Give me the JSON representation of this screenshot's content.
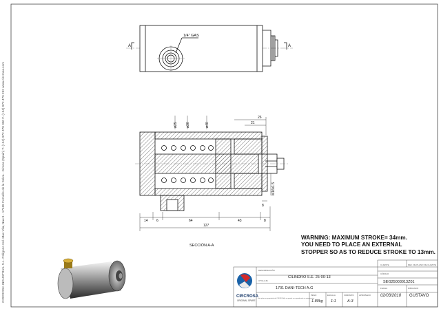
{
  "side_text": "CIRCROSA INDUSTRIAL S.L.  Polígono Ind. Mas Vila, Nau 8 - 17458 Fornells de la Selva - Girona (Spain)  T. (+34) 972 478 000  F. (+34) 972 479 292  www.circrosa.com",
  "views": {
    "top_thread_label": "1/4\" GAS",
    "section_mark": "A",
    "section_title": "SECCIÓN A-A"
  },
  "dimensions": {
    "dia_a": "ø25",
    "dia_b": "ø30",
    "dia_c": "ø40",
    "top_26": "26",
    "top_21": "21",
    "thread_side": "M16x1.5",
    "small_8": "8",
    "bottom_14": "14",
    "bottom_6": "6",
    "bottom_64": "64",
    "bottom_43": "43",
    "bottom_8": "8",
    "overall": "127"
  },
  "warning": {
    "line1": "WARNING:  MAXIMUM STROKE= 34mm.",
    "line2": "YOU NEED TO PLACE AN EXTERNAL",
    "line3": "STOPPER SO AS TO REDUCE STROKE TO 13mm."
  },
  "title_block": {
    "company": "CIRCROSA",
    "company_sub": "ORIGINAL SPARE",
    "denomination_label": "DENOMINACIÓN",
    "denomination": "CILINDRO S.E. 25-00-13",
    "tool_label": "UTILLAJE",
    "tool": "1701 DANI-TECH A.G",
    "code_label": "CÓDIGO",
    "code": "SEG25003013Z01",
    "date_label": "FECHA",
    "date": "02/03/2010",
    "drawn_label": "DIBUJADO",
    "drawn": "GUSTAVO",
    "weight_label": "PESO",
    "weight": "1.80kg",
    "scale_label": "ESCALA",
    "scale": "1:1",
    "format_label": "FORMATO",
    "format": "A-3",
    "approved_label": "APROBADO",
    "legal_note": "Este plano es propiedad de CIRCROSA y no puede ser reproducido sin autorización.",
    "small_header_a": "CLIENTE",
    "small_header_b": "REF. DE PLANO DE CLIENTE"
  }
}
